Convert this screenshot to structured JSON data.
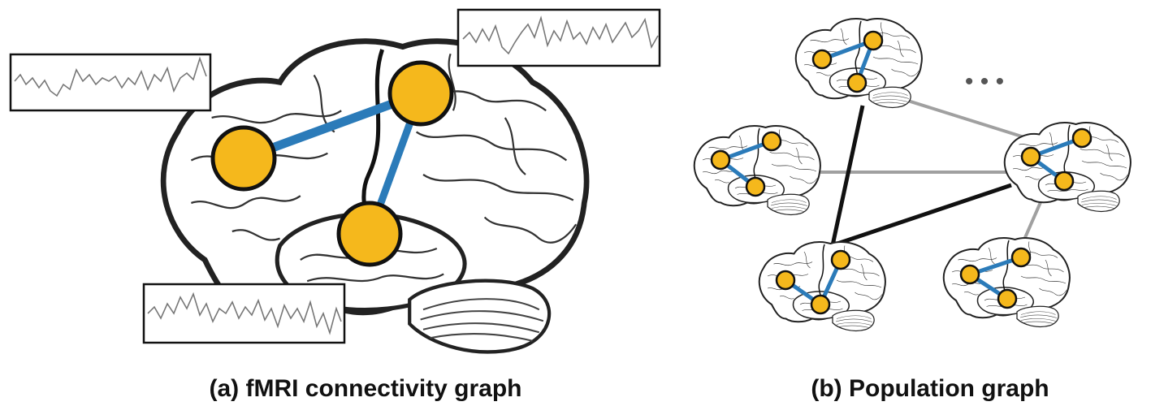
{
  "captions": {
    "a": "(a) fMRI connectivity graph",
    "b": "(b) Population graph"
  },
  "ellipsis": "• • •",
  "colors": {
    "node_fill": "#F5B81C",
    "node_stroke": "#111111",
    "intra_edge": "#2B7BB9",
    "population_edge_strong": "#111111",
    "population_edge_weak": "#A0A0A0",
    "signal_trace": "#777777",
    "brain_outline": "#222222"
  },
  "icons": [
    "brain-illustration",
    "fmri-timeseries",
    "roi-node",
    "mini-brain-subject"
  ]
}
